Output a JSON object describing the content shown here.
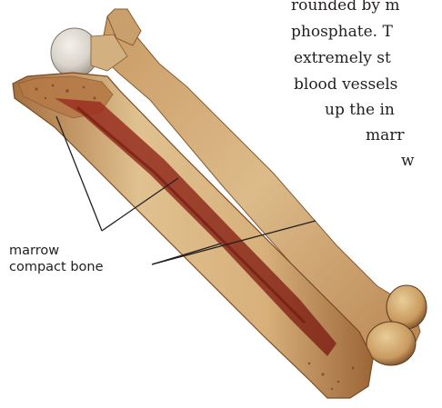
{
  "text_lines": [
    "rounded by m",
    "phosphate. T",
    "extremely st",
    "blood vessels",
    "up the in",
    "marr",
    "w"
  ],
  "labels": {
    "marrow": "marrow",
    "compact_bone": "compact bone"
  },
  "colors": {
    "bone_light": "#dcbb8a",
    "bone_mid": "#c8995f",
    "bone_shadow": "#8a5a33",
    "marrow_red": "#8f2418",
    "cartilage": "#e4e0d8",
    "leader_line": "#231f20"
  }
}
